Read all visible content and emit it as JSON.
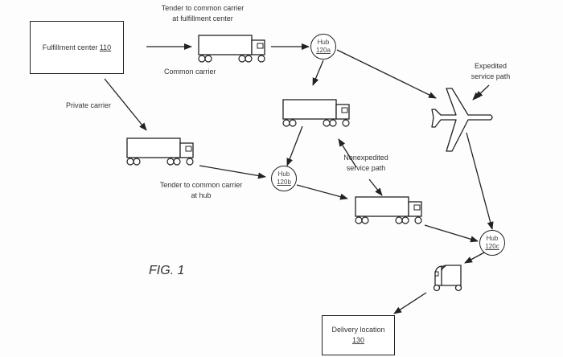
{
  "figure_label": "FIG. 1",
  "nodes": {
    "fulfillment_center": {
      "name": "Fulfillment center",
      "ref": "110"
    },
    "hub_a": {
      "name": "Hub",
      "ref": "120a"
    },
    "hub_b": {
      "name": "Hub",
      "ref": "120b"
    },
    "hub_c": {
      "name": "Hub",
      "ref": "120c"
    },
    "delivery_location": {
      "name": "Delivery location",
      "ref": "130"
    }
  },
  "labels": {
    "tender_fc_line1": "Tender to common carrier",
    "tender_fc_line2": "at fulfillment center",
    "common_carrier": "Common carrier",
    "private_carrier": "Private carrier",
    "tender_hub_line1": "Tender to common carrier",
    "tender_hub_line2": "at hub",
    "expedited_line1": "Expedited",
    "expedited_line2": "service path",
    "nonexpedited_line1": "Nonexpedited",
    "nonexpedited_line2": "service path"
  },
  "icons": [
    "truck-icon",
    "truck-icon",
    "truck-icon",
    "truck-icon",
    "airplane-icon",
    "delivery-van-icon"
  ]
}
